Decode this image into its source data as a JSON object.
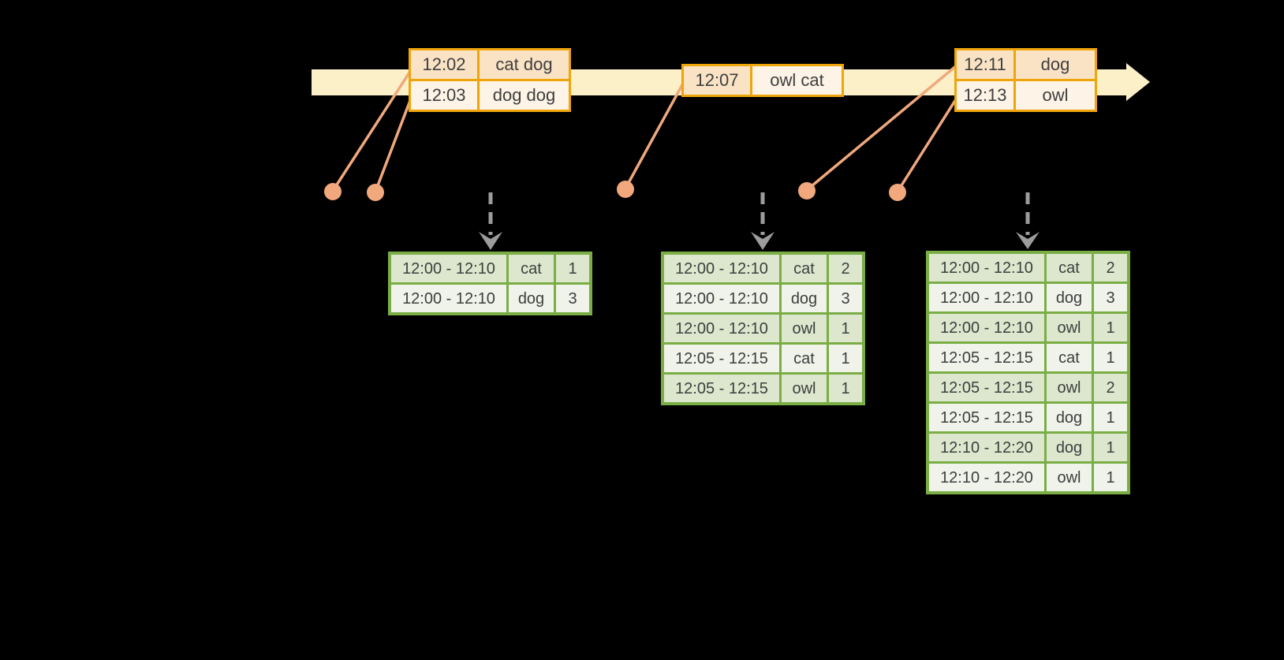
{
  "colors": {
    "background": "#000000",
    "timeline_band": "#fcf0c9",
    "event_border": "#efa50a",
    "event_row_odd": "#fae3c5",
    "event_row_even": "#fdf3e6",
    "connector": "#f0a87c",
    "trigger_arrow": "#9c9c9c",
    "result_border": "#7aae45",
    "result_row_odd": "#dce7ce",
    "result_row_even": "#eff3e9",
    "text": "#3e3e3e"
  },
  "event_tables": [
    {
      "rows": [
        {
          "time": "12:02",
          "words": "cat dog"
        },
        {
          "time": "12:03",
          "words": "dog dog"
        }
      ]
    },
    {
      "rows": [
        {
          "time": "12:07",
          "words": "owl cat"
        }
      ]
    },
    {
      "rows": [
        {
          "time": "12:11",
          "words": "dog"
        },
        {
          "time": "12:13",
          "words": "owl"
        }
      ]
    }
  ],
  "result_tables": [
    {
      "rows": [
        {
          "window": "12:00 - 12:10",
          "word": "cat",
          "count": "1"
        },
        {
          "window": "12:00 - 12:10",
          "word": "dog",
          "count": "3"
        }
      ]
    },
    {
      "rows": [
        {
          "window": "12:00 - 12:10",
          "word": "cat",
          "count": "2"
        },
        {
          "window": "12:00 - 12:10",
          "word": "dog",
          "count": "3"
        },
        {
          "window": "12:00 - 12:10",
          "word": "owl",
          "count": "1"
        },
        {
          "window": "12:05 - 12:15",
          "word": "cat",
          "count": "1"
        },
        {
          "window": "12:05 - 12:15",
          "word": "owl",
          "count": "1"
        }
      ]
    },
    {
      "rows": [
        {
          "window": "12:00 - 12:10",
          "word": "cat",
          "count": "2"
        },
        {
          "window": "12:00 - 12:10",
          "word": "dog",
          "count": "3"
        },
        {
          "window": "12:00 - 12:10",
          "word": "owl",
          "count": "1"
        },
        {
          "window": "12:05 - 12:15",
          "word": "cat",
          "count": "1"
        },
        {
          "window": "12:05 - 12:15",
          "word": "owl",
          "count": "2"
        },
        {
          "window": "12:05 - 12:15",
          "word": "dog",
          "count": "1"
        },
        {
          "window": "12:10 - 12:20",
          "word": "dog",
          "count": "1"
        },
        {
          "window": "12:10 - 12:20",
          "word": "owl",
          "count": "1"
        }
      ]
    }
  ]
}
